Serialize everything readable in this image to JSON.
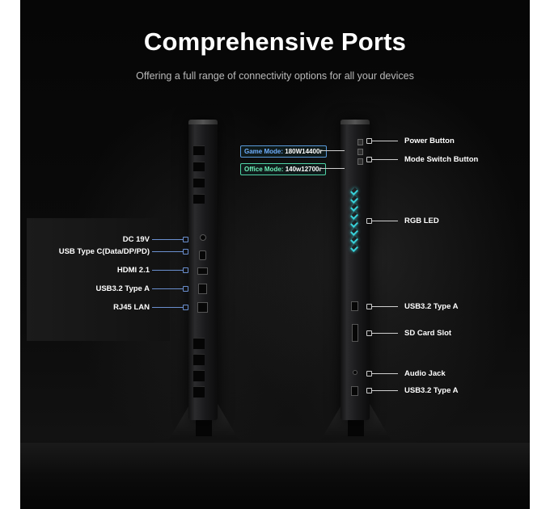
{
  "title": "Comprehensive Ports",
  "subtitle": "Offering a full range of connectivity options for all your devices",
  "left_labels": [
    {
      "text": "DC 19V"
    },
    {
      "text": "USB Type C(Data/DP/PD)"
    },
    {
      "text": "HDMI 2.1"
    },
    {
      "text": "USB3.2 Type A"
    },
    {
      "text": "RJ45 LAN"
    }
  ],
  "right_labels": [
    {
      "text": "Power Button"
    },
    {
      "text": "Mode Switch Button"
    },
    {
      "text": "RGB LED"
    },
    {
      "text": "USB3.2 Type A"
    },
    {
      "text": "SD Card Slot"
    },
    {
      "text": "Audio Jack"
    },
    {
      "text": "USB3.2 Type A"
    }
  ],
  "modes": {
    "game_key": "Game Mode:",
    "game_value": "180W14400r",
    "office_key": "Office Mode:",
    "office_value": "140w12700r"
  },
  "colors": {
    "background": "#0b0b0b",
    "title": "#ffffff",
    "subtitle": "#b9b9b9",
    "left_callout_line": "#6a8fcf",
    "game_mode_accent": "#5a9bdc",
    "office_mode_accent": "#4fd3a6",
    "rgb_led": "#38d1d8"
  }
}
